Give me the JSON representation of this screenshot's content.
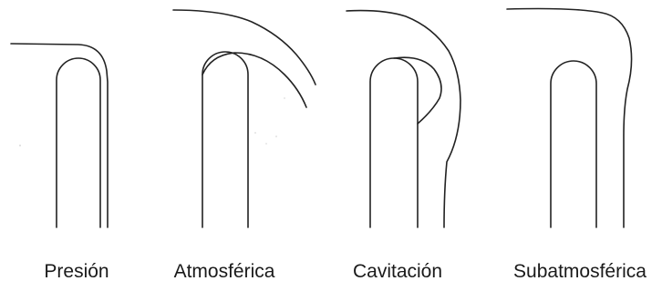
{
  "figure": {
    "panels": [
      {
        "id": "presion",
        "label": "Presión"
      },
      {
        "id": "atmosferica",
        "label": "Atmosférica"
      },
      {
        "id": "cavitacion",
        "label": "Cavitación"
      },
      {
        "id": "subatmosferica",
        "label": "Subatmosférica"
      }
    ],
    "colors": {
      "stroke": "#222222",
      "text": "#1a1a1a",
      "background": "#ffffff"
    }
  }
}
